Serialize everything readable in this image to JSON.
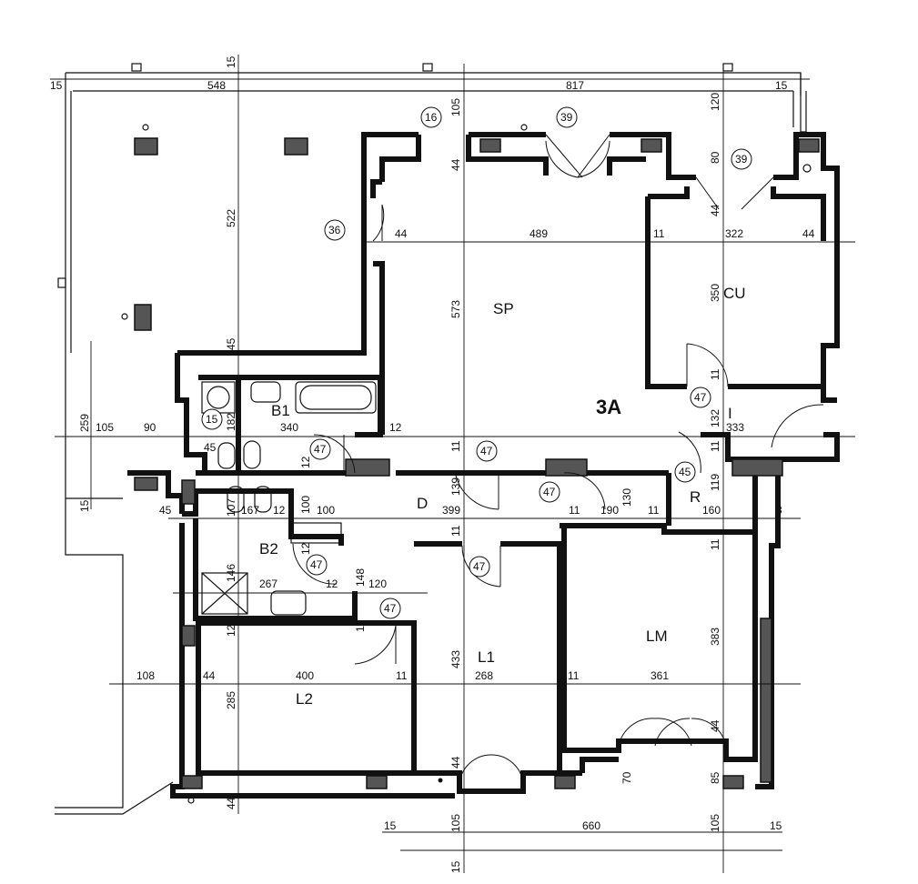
{
  "plan": {
    "unit_id": "3A",
    "rooms": {
      "sp": "SP",
      "cu": "CU",
      "b1": "B1",
      "b2": "B2",
      "d": "D",
      "r": "R",
      "i": "I",
      "lm": "LM",
      "l1": "L1",
      "l2": "L2"
    },
    "tags": {
      "t16": "16",
      "t39a": "39",
      "t39b": "39",
      "t36": "36",
      "t15": "15",
      "t45a": "45",
      "t45b": "45",
      "t47a": "47",
      "t47b": "47",
      "t47c": "47",
      "t47d": "47",
      "t47e": "47",
      "t47f": "47",
      "t47g": "47"
    },
    "dims": {
      "top_15a": "15",
      "top_548": "548",
      "top_817": "817",
      "top_15b": "15",
      "top_15c": "15",
      "v_105": "105",
      "v_120": "120",
      "v_80": "80",
      "v_44a": "44",
      "v_44b": "44",
      "v_522": "522",
      "h_44": "44",
      "h_489": "489",
      "h_11a": "11",
      "h_322": "322",
      "h_44b": "44",
      "v_573": "573",
      "v_350": "350",
      "v_45": "45",
      "v_11a": "11",
      "v_259": "259",
      "h_105": "105",
      "h_90": "90",
      "v_182": "182",
      "h_340": "340",
      "h_12a": "12",
      "v_132": "132",
      "h_333": "333",
      "v_11b": "11",
      "v_11c": "11",
      "v_119": "119",
      "v_12": "12",
      "v_139": "139",
      "v_15": "15",
      "h_45": "45",
      "h_167": "167",
      "h_12b": "12",
      "v_100": "100",
      "h_100": "100",
      "h_399": "399",
      "h_11b": "11",
      "h_190": "190",
      "v_130": "130",
      "h_11c": "11",
      "h_160": "160",
      "h_3": "3",
      "v_107": "107",
      "v_11d": "11",
      "v_11e": "11",
      "v_12b": "12",
      "v_146": "146",
      "v_148": "148",
      "h_267": "267",
      "h_12c": "12",
      "h_120": "120",
      "v_11f": "11",
      "v_12c": "12",
      "v_433": "433",
      "v_383": "383",
      "h_108": "108",
      "h_44c": "44",
      "h_400": "400",
      "h_11d": "11",
      "h_268": "268",
      "h_11e": "11",
      "h_361": "361",
      "v_285": "285",
      "v_44c": "44",
      "v_44d": "44",
      "v_70": "70",
      "v_85": "85",
      "v_44e": "44",
      "bot_15a": "15",
      "bot_105a": "105",
      "bot_660": "660",
      "bot_105b": "105",
      "bot_15b": "15",
      "bot_15c": "15"
    }
  }
}
